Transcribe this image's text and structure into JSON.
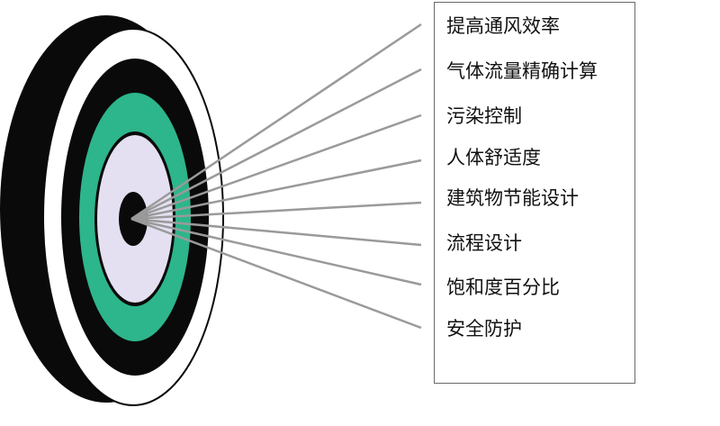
{
  "labels": [
    "提高通风效率",
    "气体流量精确计算",
    "污染控制",
    "人体舒适度",
    "建筑物节能设计",
    "流程设计",
    "饱和度百分比",
    "安全防护"
  ],
  "colors": {
    "ring_black": "#0a0a0a",
    "ring_white": "#ffffff",
    "ring_green": "#2db58b",
    "ring_lavender": "#e4e0f1",
    "rays": "#9a9a9a",
    "box_border": "#6a6a6a"
  }
}
